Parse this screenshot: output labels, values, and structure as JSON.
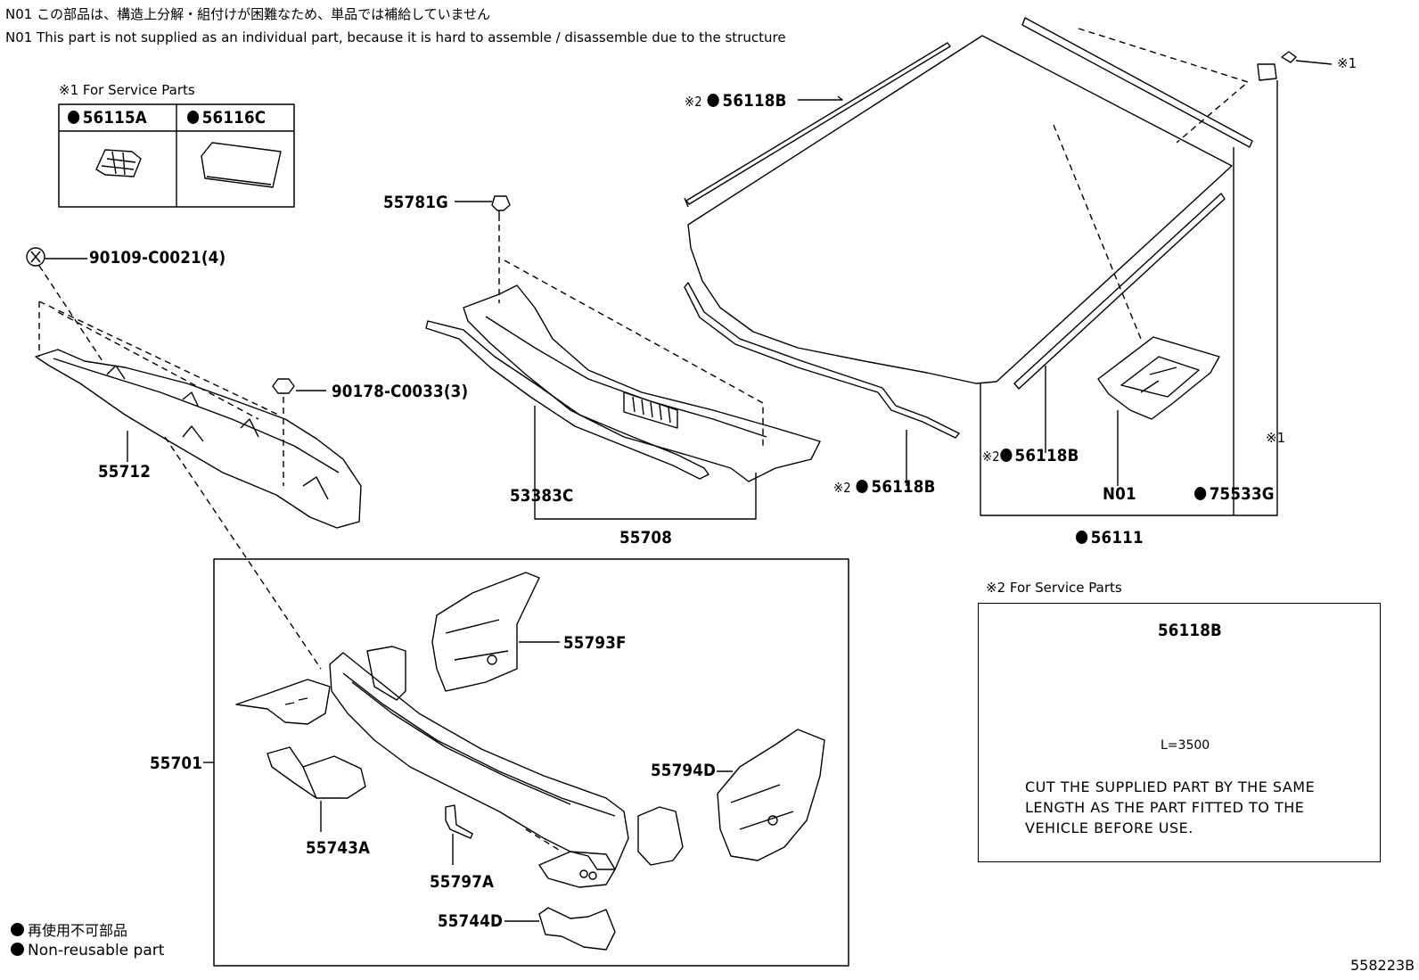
{
  "notes": {
    "n01_jp": "N01 この部品は、構造上分解・組付けが困難なため、単品では補給していません",
    "n01_en": "N01 This part is not supplied as an individual part, because it is hard to assemble / disassemble due to the structure"
  },
  "service1": {
    "title": "※1 For Service Parts",
    "part_a": "56115A",
    "part_b": "56116C"
  },
  "service2": {
    "title": "※2 For Service Parts",
    "part": "56118B",
    "length": "L=3500",
    "instruction": [
      "CUT THE SUPPLIED PART BY THE SAME",
      "LENGTH AS THE PART FITTED TO THE",
      "VEHICLE BEFORE USE."
    ]
  },
  "labels": {
    "p56118B_top": "56118B",
    "mark2_top": "※2",
    "p55781G": "55781G",
    "p90109": "90109-C0021(4)",
    "p90178": "90178-C0033(3)",
    "p55712": "55712",
    "p53383C": "53383C",
    "p55708": "55708",
    "p56118B_mid": "56118B",
    "mark2_mid": "※2",
    "p56118B_right": "56118B",
    "mark2_right": "※2",
    "pN01": "N01",
    "p75533G": "75533G",
    "p56111": "56111",
    "mark1_top": "※1",
    "mark1_side": "※1",
    "p55793F": "55793F",
    "p55701": "55701",
    "p55794D": "55794D",
    "p55743A": "55743A",
    "p55797A": "55797A",
    "p55744D": "55744D"
  },
  "legend": {
    "jp": "再使用不可部品",
    "en": "Non-reusable part"
  },
  "figure_id": "558223B"
}
